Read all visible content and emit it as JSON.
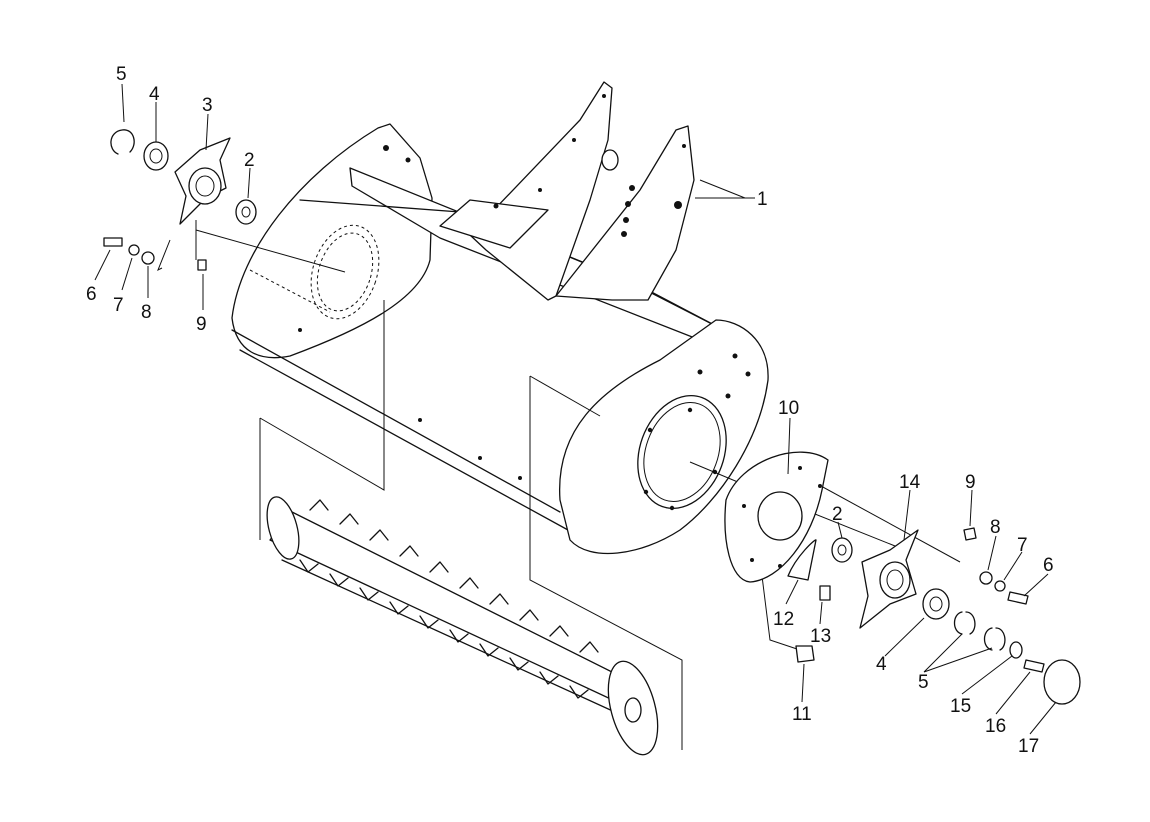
{
  "callouts": {
    "housing": "1",
    "washer_upper": "2",
    "bearing_flange_left": "3",
    "bearing_left": "4",
    "circlip_left": "5",
    "bolt_left": "6",
    "lock_washer_left": "7",
    "washer_left": "8",
    "grease_nipple_left": "9",
    "end_plate": "10",
    "nut": "11",
    "shim": "12",
    "bolt_13": "13",
    "bearing_flange_right": "14",
    "washer_right": "2",
    "washer_8_right": "8",
    "grease_nipple_right": "9",
    "lock_washer_right": "7",
    "bolt_right": "6",
    "bearing_right": "4",
    "circlip_right": "5",
    "washer_15": "15",
    "bolt_16": "16",
    "cap_17": "17"
  }
}
